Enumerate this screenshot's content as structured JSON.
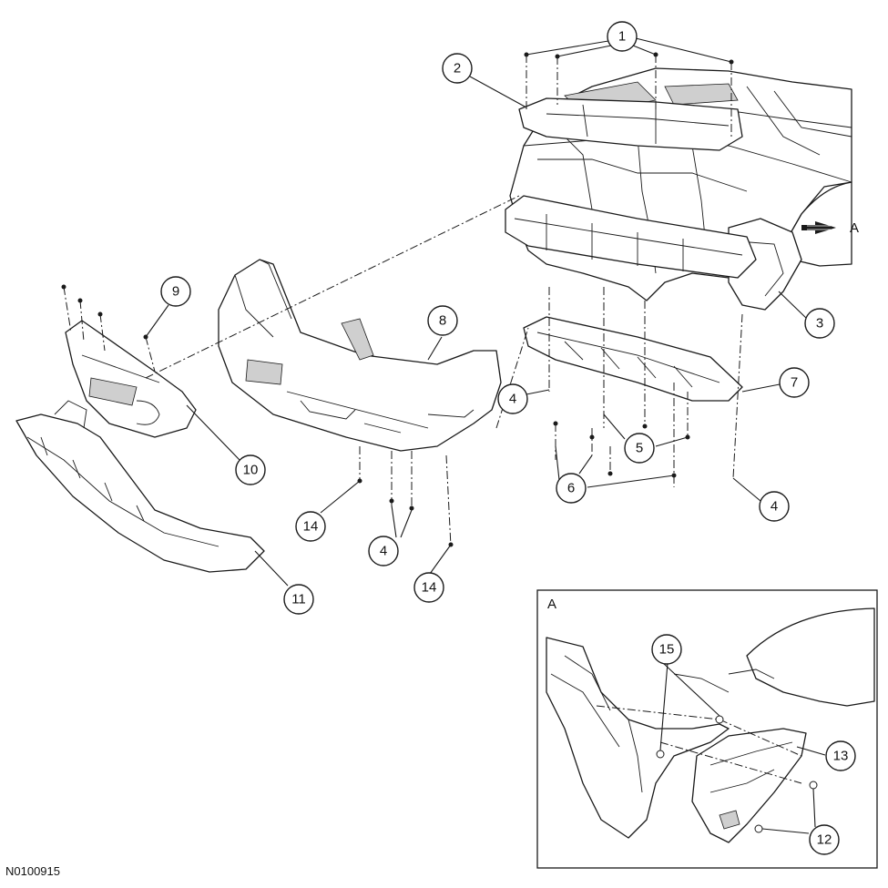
{
  "figure_id": "N0100915",
  "view_label": "A",
  "inset_label": "A",
  "callouts": {
    "c1": "1",
    "c2": "2",
    "c3": "3",
    "c4a": "4",
    "c4b": "4",
    "c4c": "4",
    "c5": "5",
    "c6": "6",
    "c7": "7",
    "c8": "8",
    "c9": "9",
    "c10": "10",
    "c11": "11",
    "c12": "12",
    "c13": "13",
    "c14a": "14",
    "c14b": "14",
    "c15": "15"
  }
}
